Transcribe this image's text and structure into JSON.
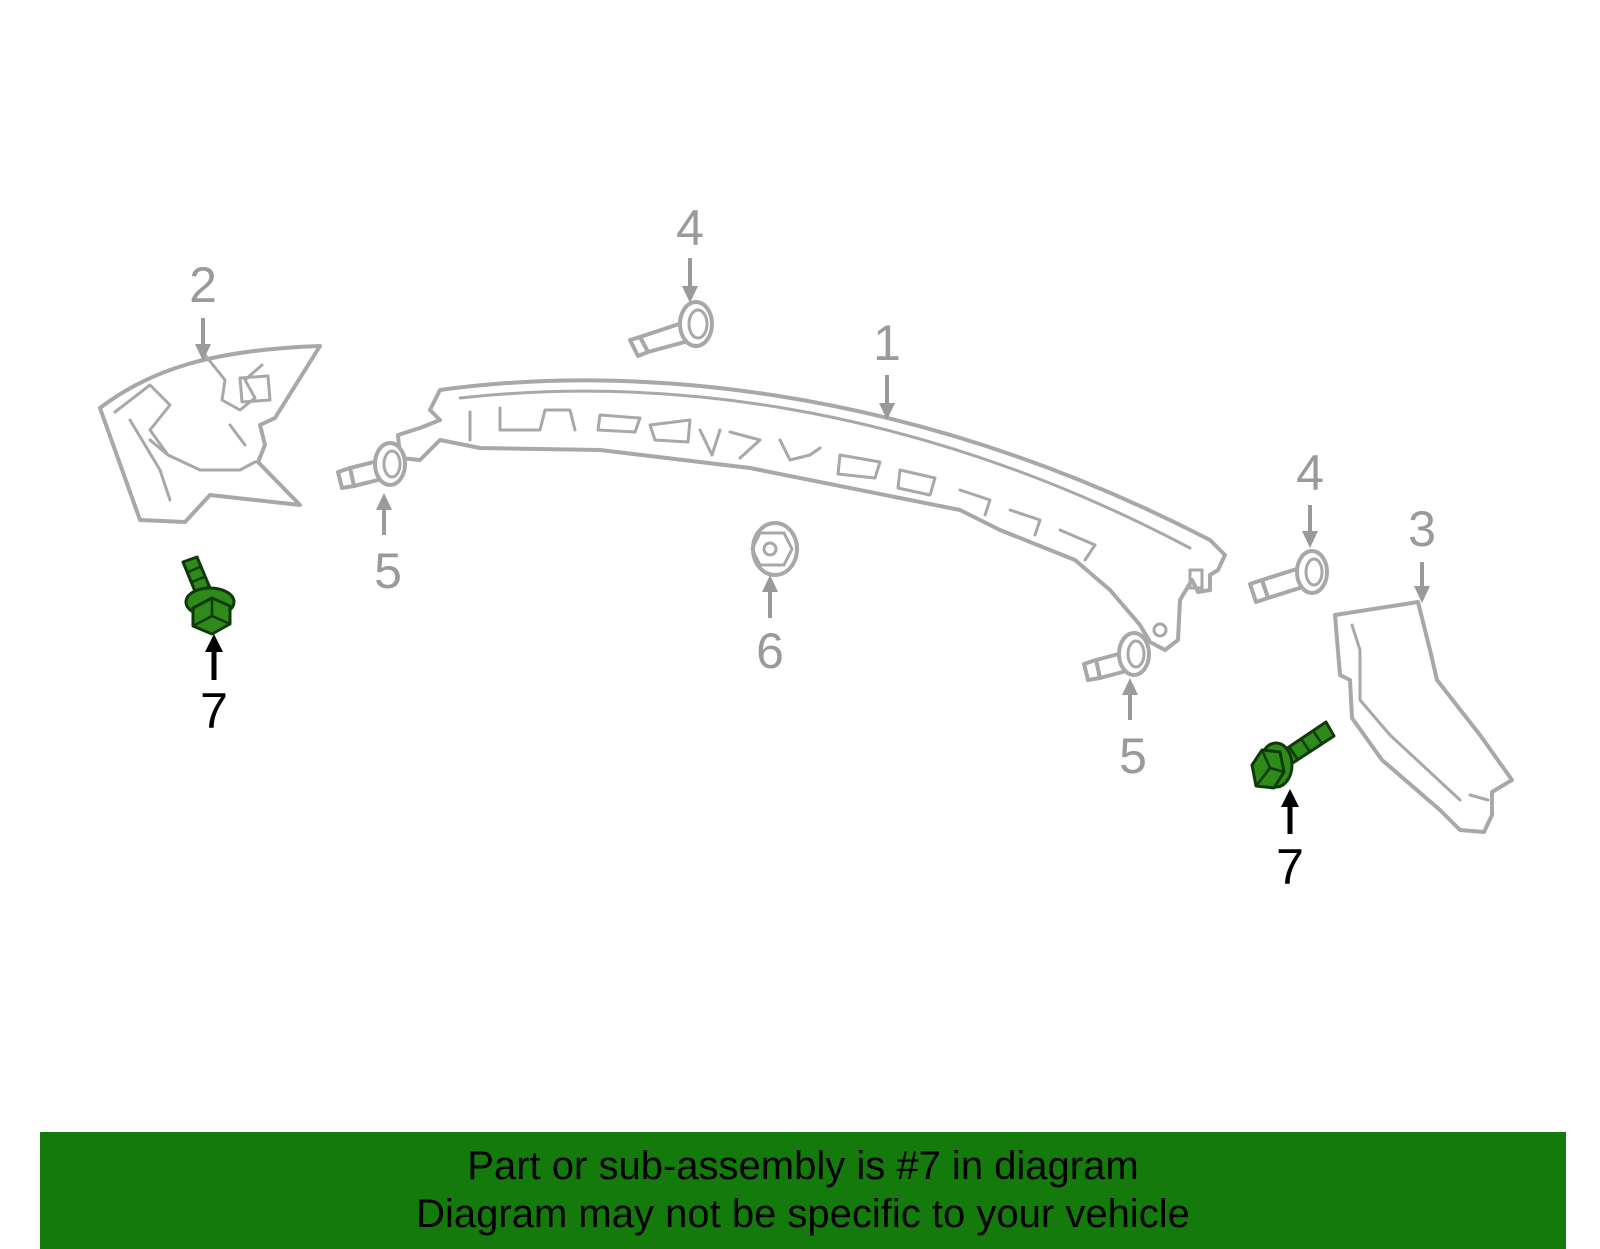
{
  "callouts": {
    "c1": "1",
    "c2": "2",
    "c3": "3",
    "c4a": "4",
    "c4b": "4",
    "c5a": "5",
    "c5b": "5",
    "c6": "6",
    "c7a": "7",
    "c7b": "7"
  },
  "highlighted_part": "7",
  "colors": {
    "highlight": "#2e8b1a",
    "banner": "#137a0b",
    "part_outline": "#a8a8a8",
    "callout_grey": "#9a9a9a"
  },
  "banner": {
    "line1": "Part or sub-assembly is #7 in diagram",
    "line2": "Diagram may not be specific to your vehicle"
  }
}
